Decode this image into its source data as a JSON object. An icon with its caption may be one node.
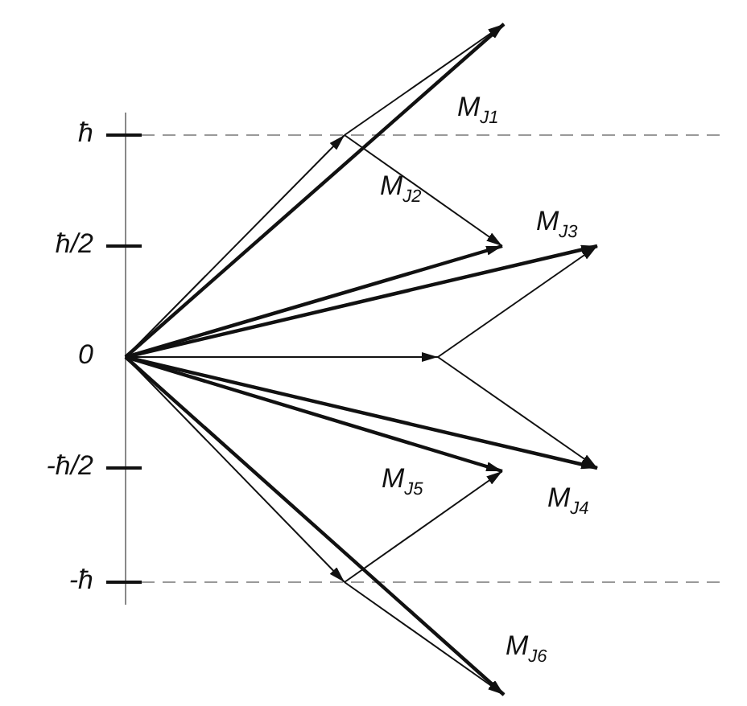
{
  "diagram": {
    "labels": [
      "ħ",
      "ħ/2",
      "0",
      "-ħ/2",
      "-ħ",
      "M$_{J1}$",
      "M$_{J2}$",
      "M$_{J3}$",
      "M$_{J4}$",
      "M$_{J5}$",
      "M$_{J6}$"
    ]
  }
}
